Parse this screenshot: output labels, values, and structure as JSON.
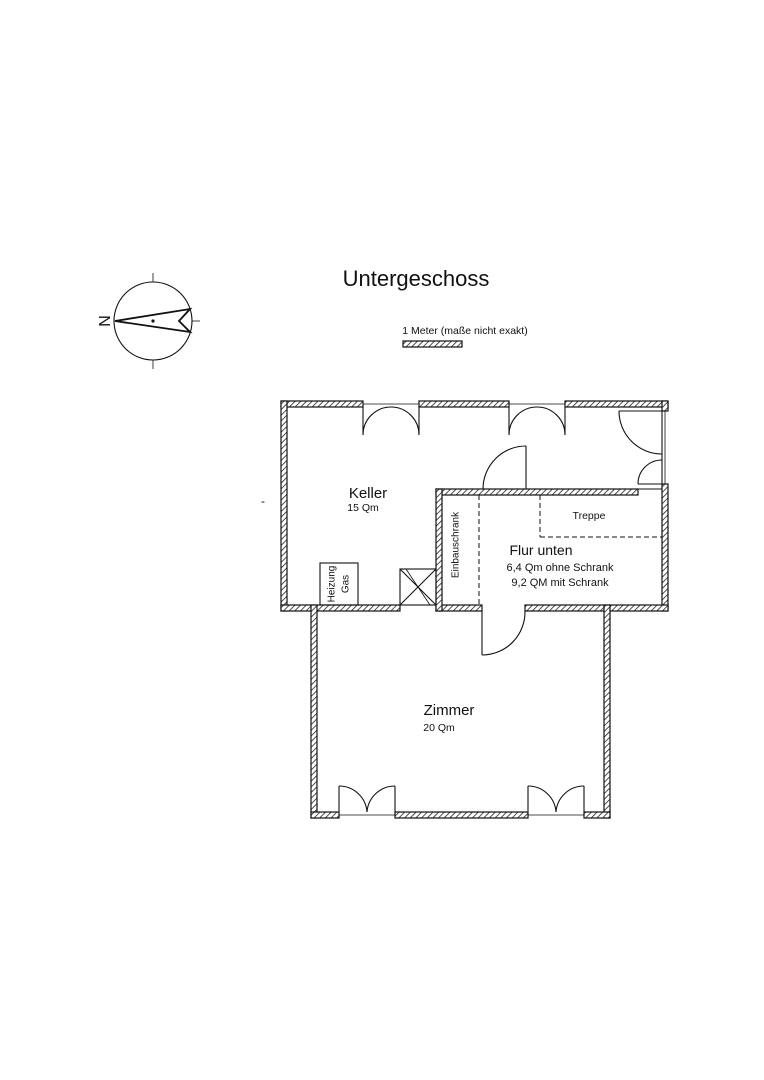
{
  "title": "Untergeschoss",
  "scale_label": "1 Meter (maße nicht exakt)",
  "compass": {
    "north_letter": "N",
    "icon": "north-arrow-icon"
  },
  "stray_mark": "-",
  "rooms": {
    "keller": {
      "name": "Keller",
      "area": "15 Qm"
    },
    "flur": {
      "name": "Flur unten",
      "area_without": "6,4 Qm ohne Schrank",
      "area_with": "9,2 QM mit Schrank"
    },
    "zimmer": {
      "name": "Zimmer",
      "area": "20 Qm"
    }
  },
  "fixtures": {
    "treppe": "Treppe",
    "einbauschrank": "Einbauschrank",
    "heizung": "Heizung",
    "gas": "Gas"
  }
}
